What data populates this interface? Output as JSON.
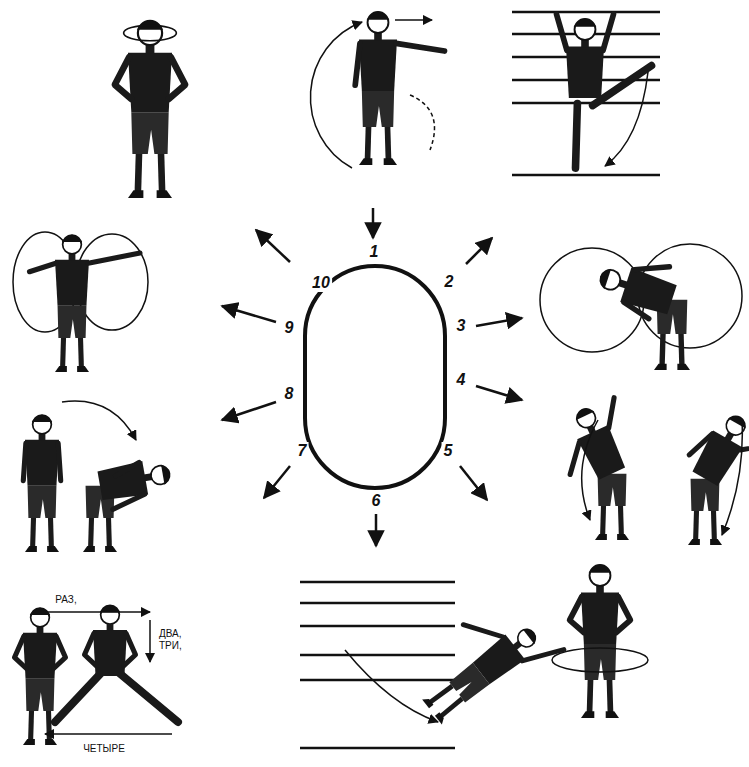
{
  "diagram": {
    "labels": [
      "1",
      "2",
      "3",
      "4",
      "5",
      "6",
      "7",
      "8",
      "9",
      "10",
      "РАЗ,",
      "ДВА, ТРИ,",
      "ЧЕТЫРЕ"
    ]
  }
}
